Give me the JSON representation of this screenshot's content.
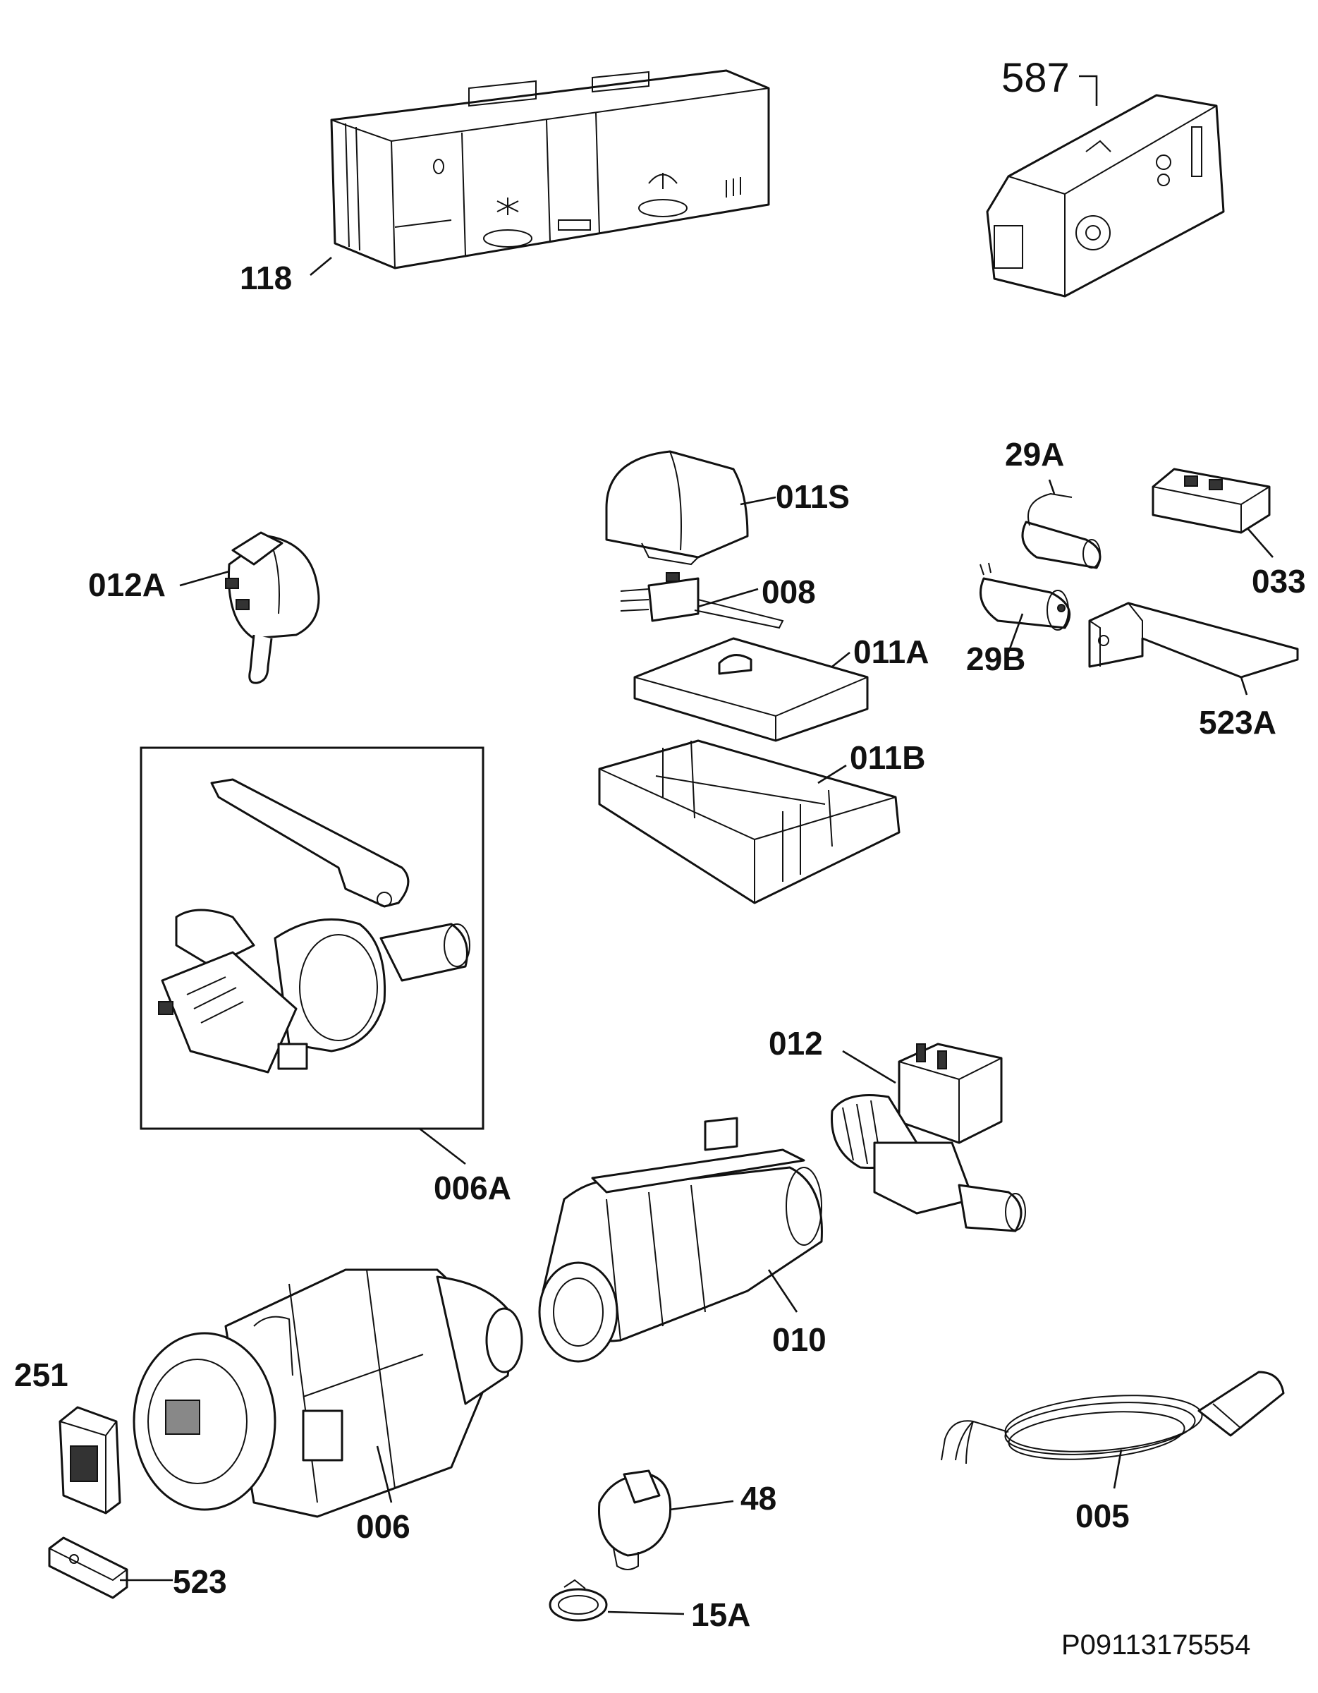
{
  "labels": {
    "l118": "118",
    "l587": "587",
    "l011S": "011S",
    "l29A": "29A",
    "l033": "033",
    "l012A": "012A",
    "l008": "008",
    "l011A": "011A",
    "l29B": "29B",
    "l523A": "523A",
    "l011B": "011B",
    "l012": "012",
    "l006A": "006A",
    "l010": "010",
    "l251": "251",
    "l005": "005",
    "l48": "48",
    "l006": "006",
    "l523": "523",
    "l15A": "15A"
  },
  "document_id": "P09113175554"
}
